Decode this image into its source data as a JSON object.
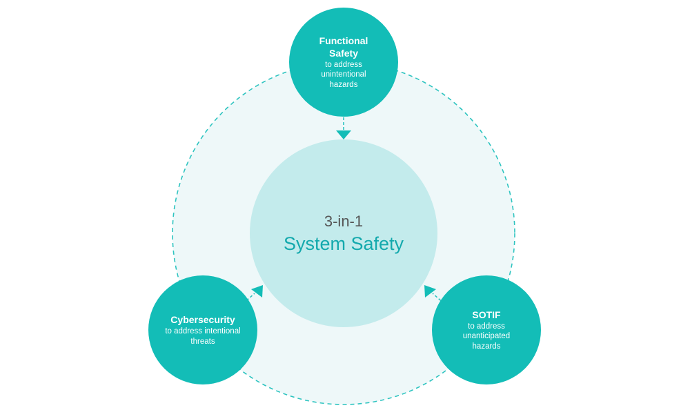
{
  "diagram": {
    "center": {
      "line1": "3-in-1",
      "line2": "System Safety"
    },
    "nodes": [
      {
        "title": "Functional Safety",
        "description": "to address unintentional hazards"
      },
      {
        "title": "Cybersecurity",
        "description": "to address intentional threats"
      },
      {
        "title": "SOTIF",
        "description": "to address unanticipated hazards"
      }
    ]
  },
  "colors": {
    "node": "#13bdb7",
    "ring_dash": "#2ec4c0",
    "outer_fill": "#eef8f9",
    "center_fill": "#c3ebec",
    "center_title": "#13a9ad",
    "center_subtitle": "#555555"
  }
}
